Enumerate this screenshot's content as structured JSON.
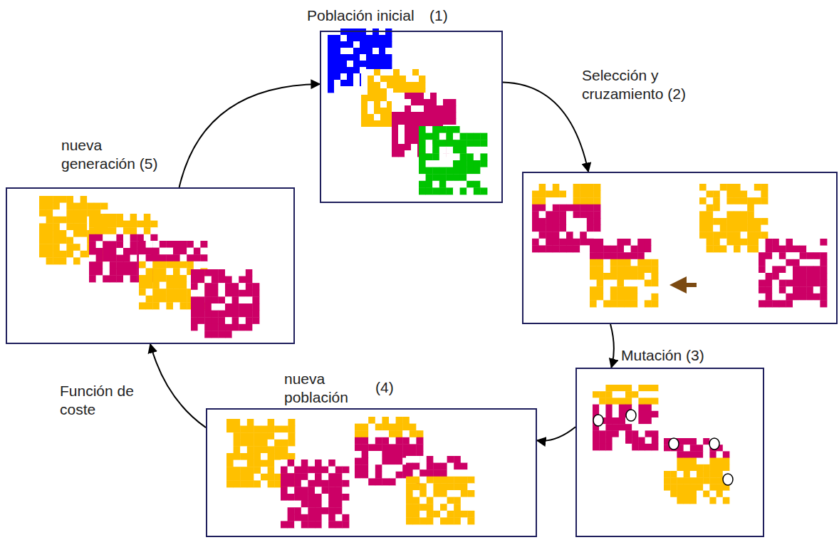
{
  "diagram": {
    "nodes": [
      {
        "text": [
          "Población inicial",
          "(1)"
        ]
      },
      {
        "text": [
          "Selección y cruzamiento (2)"
        ]
      },
      {
        "text": [
          "Mutación (3)"
        ]
      },
      {
        "text": [
          "nueva población",
          "(4)"
        ]
      },
      {
        "text": [
          "nueva generación (5)"
        ]
      }
    ],
    "edges": [
      {
        "from": 0,
        "to": 1,
        "arrow": "to"
      },
      {
        "from": 1,
        "to": 2,
        "arrow": "to"
      },
      {
        "from": 2,
        "to": 3,
        "arrow": "to"
      },
      {
        "from": 3,
        "to": 4,
        "label": "Función de coste",
        "arrow": "to"
      },
      {
        "from": 4,
        "to": 0,
        "arrow": "to"
      }
    ]
  }
}
